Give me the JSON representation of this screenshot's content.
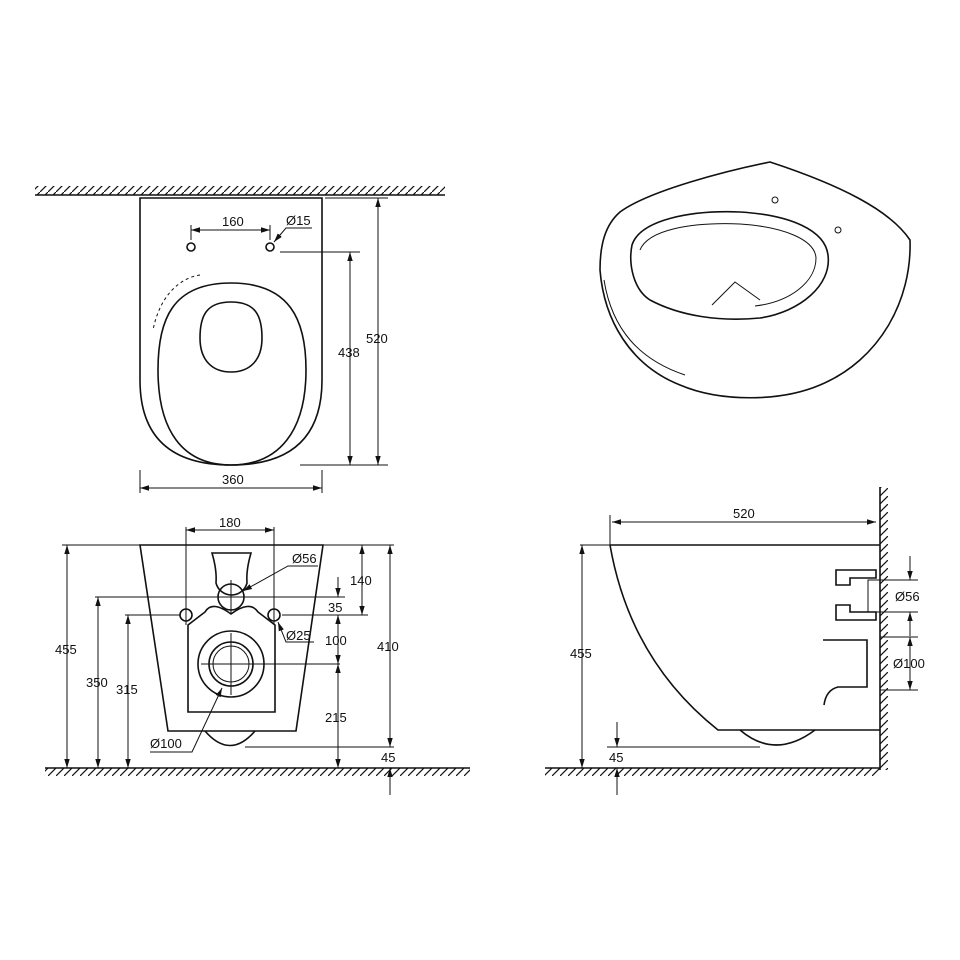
{
  "top_view": {
    "d_holes_spacing": "160",
    "d_hole_dia": "Ø15",
    "d_depth_inner": "438",
    "d_depth": "520",
    "d_width": "360"
  },
  "front_view": {
    "d_holes_spacing": "180",
    "d_inlet_dia": "Ø56",
    "d_fix_dia": "Ø25",
    "d_outlet_dia": "Ø100",
    "d_height": "455",
    "d_inlet_h": "350",
    "d_fix_h": "315",
    "d_140": "140",
    "d_35": "35",
    "d_100": "100",
    "d_215": "215",
    "d_410": "410",
    "d_45": "45"
  },
  "side_view": {
    "d_depth": "520",
    "d_height": "455",
    "d_45": "45",
    "d_inlet_dia": "Ø56",
    "d_outlet_dia": "Ø100"
  },
  "colors": {
    "line": "#111111",
    "background": "#ffffff"
  }
}
